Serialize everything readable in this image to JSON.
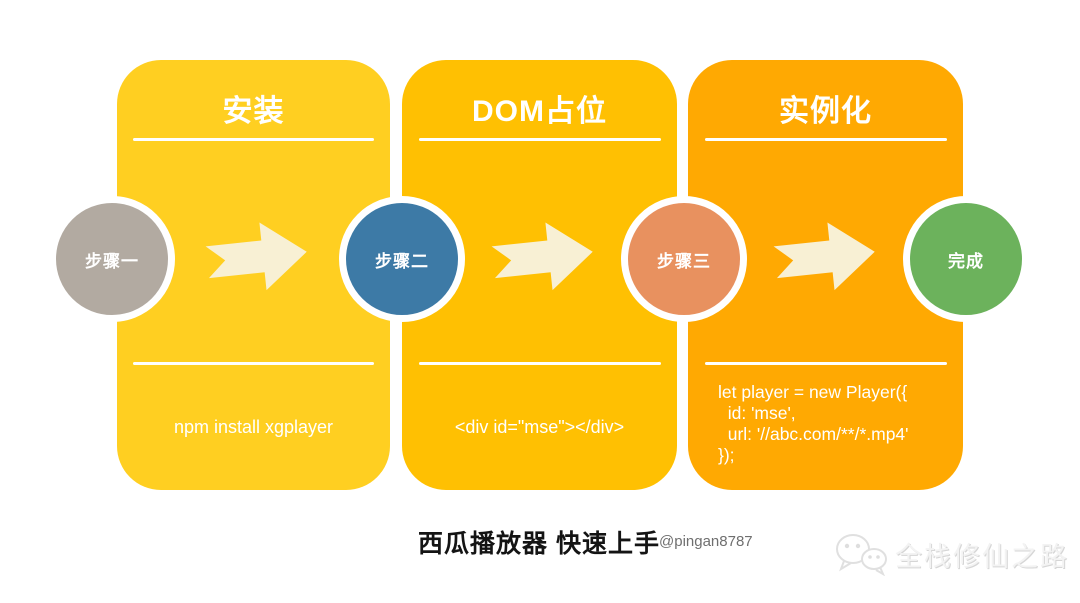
{
  "steps": [
    {
      "title": "安装",
      "card_color": "#FFCF21",
      "circle_label": "步骤一",
      "circle_color": "#B2AAA1",
      "code_lines": [
        "npm install xgplayer"
      ]
    },
    {
      "title": "DOM占位",
      "card_color": "#FFC002",
      "circle_label": "步骤二",
      "circle_color": "#3D7AA6",
      "code_lines": [
        "<div id=\"mse\"></div>"
      ]
    },
    {
      "title": "实例化",
      "card_color": "#FFA902",
      "circle_label": "步骤三",
      "circle_color": "#E8915F",
      "code_lines": [
        "let player = new Player({",
        "  id: 'mse',",
        "  url: '//abc.com/**/*.mp4'",
        "});"
      ]
    }
  ],
  "final_circle": {
    "label": "完成",
    "color": "#6CB25C"
  },
  "arrow": {
    "color": "#F8F0D4"
  },
  "footer": {
    "title": "西瓜播放器 快速上手",
    "handle": "@pingan8787",
    "watermark": "全栈修仙之路"
  }
}
